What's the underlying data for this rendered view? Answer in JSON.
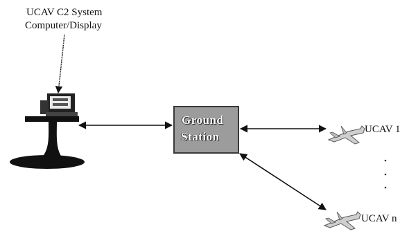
{
  "computer": {
    "label_line1": "UCAV C2 System",
    "label_line2": "Computer/Display",
    "icon": "computer-desk-icon"
  },
  "ground_station": {
    "label_line1": "Ground",
    "label_line2": "Station",
    "fill_color": "#9c9c9c"
  },
  "uavs": [
    {
      "label": "UCAV 1",
      "icon": "jet-aircraft-icon"
    },
    {
      "label": "UCAV n",
      "icon": "jet-aircraft-icon"
    }
  ],
  "ellipsis": "⋮",
  "colors": {
    "arrow": "#111111",
    "box_border": "#3a3a3a"
  }
}
